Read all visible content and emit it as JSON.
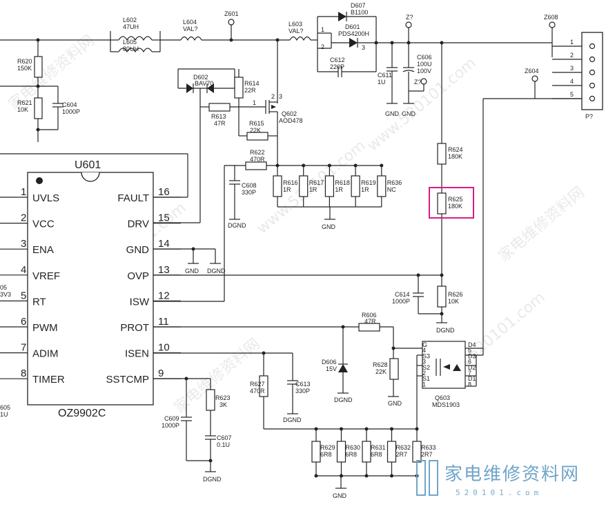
{
  "ic": {
    "ref": "U601",
    "part": "OZ9902C",
    "left_pins": [
      {
        "num": "1",
        "name": "UVLS"
      },
      {
        "num": "2",
        "name": "VCC"
      },
      {
        "num": "3",
        "name": "ENA"
      },
      {
        "num": "4",
        "name": "VREF"
      },
      {
        "num": "5",
        "name": "RT"
      },
      {
        "num": "6",
        "name": "PWM"
      },
      {
        "num": "7",
        "name": "ADIM"
      },
      {
        "num": "8",
        "name": "TIMER"
      }
    ],
    "right_pins": [
      {
        "num": "16",
        "name": "FAULT"
      },
      {
        "num": "15",
        "name": "DRV"
      },
      {
        "num": "14",
        "name": "GND"
      },
      {
        "num": "13",
        "name": "OVP"
      },
      {
        "num": "12",
        "name": "ISW"
      },
      {
        "num": "11",
        "name": "PROT"
      },
      {
        "num": "10",
        "name": "ISEN"
      },
      {
        "num": "9",
        "name": "SSTCMP"
      }
    ]
  },
  "components": {
    "L602": {
      "ref": "L602",
      "val": "47UH"
    },
    "L605": {
      "ref": "L605",
      "val": "80UH"
    },
    "L604": {
      "ref": "L604",
      "val": "VAL?"
    },
    "L603": {
      "ref": "L603",
      "val": "VAL?"
    },
    "D607": {
      "ref": "D607",
      "val": "B1100"
    },
    "D601": {
      "ref": "D601",
      "val": "PDS4200H"
    },
    "C612": {
      "ref": "C612",
      "val": "220P"
    },
    "C611": {
      "ref": "C611",
      "val": "1U"
    },
    "C606": {
      "ref": "C606",
      "val1": "100U",
      "val2": "100V"
    },
    "R620": {
      "ref": "R620",
      "val": "150K"
    },
    "R621": {
      "ref": "R621",
      "val": "10K"
    },
    "C604": {
      "ref": "C604",
      "val": "1000P"
    },
    "D602": {
      "ref": "D602",
      "val": "BAV70"
    },
    "R614": {
      "ref": "R614",
      "val": "22R"
    },
    "R613": {
      "ref": "R613",
      "val": "47R"
    },
    "R615": {
      "ref": "R615",
      "val": "22K"
    },
    "Q602": {
      "ref": "Q602",
      "val": "AOD478"
    },
    "R622": {
      "ref": "R622",
      "val": "470R"
    },
    "C608": {
      "ref": "C608",
      "val": "330P"
    },
    "R616": {
      "ref": "R616",
      "val": "1R"
    },
    "R617": {
      "ref": "R617",
      "val": "1R"
    },
    "R618": {
      "ref": "R618",
      "val": "1R"
    },
    "R619": {
      "ref": "R619",
      "val": "1R"
    },
    "R636": {
      "ref": "R636",
      "val": "NC"
    },
    "R624": {
      "ref": "R624",
      "val": "180K"
    },
    "R625": {
      "ref": "R625",
      "val": "180K"
    },
    "R626": {
      "ref": "R626",
      "val": "10K"
    },
    "C614": {
      "ref": "C614",
      "val": "1000P"
    },
    "R606": {
      "ref": "R606",
      "val": "47R"
    },
    "D606": {
      "ref": "D606",
      "val": "15V"
    },
    "R628": {
      "ref": "R628",
      "val": "22K"
    },
    "Q603": {
      "ref": "Q603",
      "val": "MDS1903"
    },
    "R627": {
      "ref": "R627",
      "val": "470R"
    },
    "C613": {
      "ref": "C613",
      "val": "330P"
    },
    "R623": {
      "ref": "R623",
      "val": "3K"
    },
    "C609": {
      "ref": "C609",
      "val": "1000P"
    },
    "C607": {
      "ref": "C607",
      "val": "0.1U"
    },
    "R629": {
      "ref": "R629",
      "val": "6R8"
    },
    "R630": {
      "ref": "R630",
      "val": "6R8"
    },
    "R631": {
      "ref": "R631",
      "val": "6R8"
    },
    "R632": {
      "ref": "R632",
      "val": "2R7"
    },
    "R633": {
      "ref": "R633",
      "val": "2R7"
    }
  },
  "testpoints": {
    "z601": "Z601",
    "z2a": "Z?",
    "z2b": "Z?",
    "z608": "Z608",
    "z604": "Z604"
  },
  "connector": {
    "ref": "P?",
    "pins": [
      "1",
      "2",
      "3",
      "4",
      "5"
    ]
  },
  "labels": {
    "gnd": "GND",
    "dgnd": "DGND",
    "q602_pins": [
      "1",
      "2",
      "3"
    ],
    "d601_pins": [
      "1",
      "2",
      "3"
    ],
    "q603_left": [
      "G",
      "4",
      "S3",
      "3",
      "S2",
      "2",
      "S1",
      "1"
    ],
    "q603_right": [
      "D4",
      "5",
      "D3",
      "6",
      "D2",
      "7",
      "D1",
      "8"
    ],
    "left_edge": [
      "05",
      "3V3",
      "605",
      "1U"
    ]
  },
  "watermark": {
    "domain": "www.520101.com",
    "cn": "家电维修资料网"
  },
  "logo": {
    "cn": "家电维修资料网",
    "url": "520101.com"
  },
  "highlight": {
    "target": "R625"
  }
}
